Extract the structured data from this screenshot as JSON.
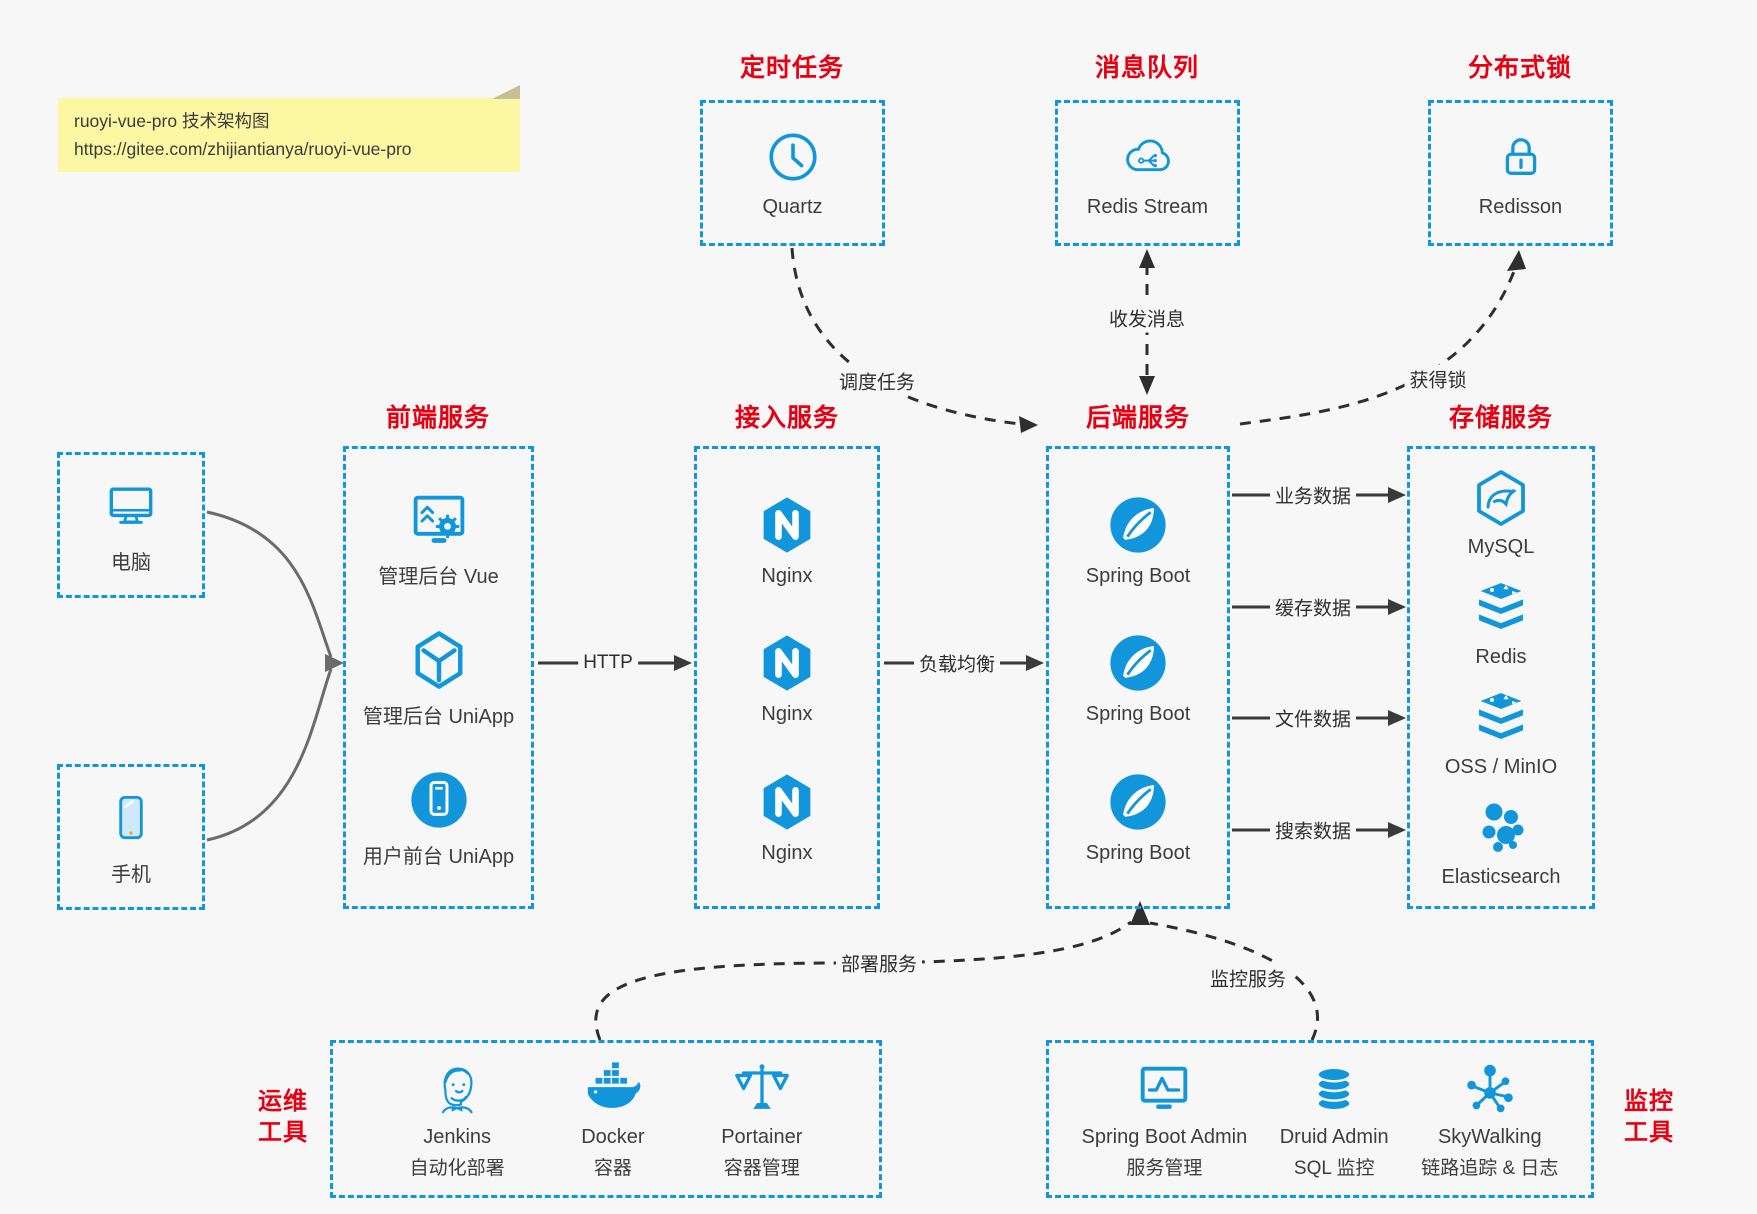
{
  "colors": {
    "accent_blue": "#1296db",
    "title_red": "#e60012",
    "arrow_dark": "#333333",
    "background": "#f7f7f7",
    "note_yellow": "#fbf7a3"
  },
  "note": {
    "line1": "ruoyi-vue-pro 技术架构图",
    "line2": "https://gitee.com/zhijiantianya/ruoyi-vue-pro"
  },
  "top_groups": [
    {
      "title": "定时任务",
      "item": {
        "label": "Quartz",
        "icon": "clock-icon"
      }
    },
    {
      "title": "消息队列",
      "item": {
        "label": "Redis Stream",
        "icon": "cloud-network-icon"
      }
    },
    {
      "title": "分布式锁",
      "item": {
        "label": "Redisson",
        "icon": "lock-icon"
      }
    }
  ],
  "devices": [
    {
      "label": "电脑",
      "icon": "desktop-icon"
    },
    {
      "label": "手机",
      "icon": "smartphone-icon"
    }
  ],
  "service_columns": [
    {
      "title": "前端服务",
      "items": [
        {
          "label": "管理后台 Vue",
          "icon": "admin-vue-icon"
        },
        {
          "label": "管理后台 UniApp",
          "icon": "cube-icon"
        },
        {
          "label": "用户前台 UniApp",
          "icon": "mobile-app-icon"
        }
      ]
    },
    {
      "title": "接入服务",
      "items": [
        {
          "label": "Nginx",
          "icon": "nginx-icon"
        },
        {
          "label": "Nginx",
          "icon": "nginx-icon"
        },
        {
          "label": "Nginx",
          "icon": "nginx-icon"
        }
      ]
    },
    {
      "title": "后端服务",
      "items": [
        {
          "label": "Spring Boot",
          "icon": "spring-boot-icon"
        },
        {
          "label": "Spring Boot",
          "icon": "spring-boot-icon"
        },
        {
          "label": "Spring Boot",
          "icon": "spring-boot-icon"
        }
      ]
    },
    {
      "title": "存储服务",
      "items": [
        {
          "label": "MySQL",
          "icon": "mysql-icon"
        },
        {
          "label": "Redis",
          "icon": "redis-stack-icon"
        },
        {
          "label": "OSS / MinIO",
          "icon": "storage-stack-icon"
        },
        {
          "label": "Elasticsearch",
          "icon": "elasticsearch-icon"
        }
      ]
    }
  ],
  "tool_groups": [
    {
      "title_line1": "运维",
      "title_line2": "工具",
      "items": [
        {
          "label": "Jenkins",
          "sublabel": "自动化部署",
          "icon": "jenkins-icon"
        },
        {
          "label": "Docker",
          "sublabel": "容器",
          "icon": "docker-whale-icon"
        },
        {
          "label": "Portainer",
          "sublabel": "容器管理",
          "icon": "scales-icon"
        }
      ]
    },
    {
      "title_line1": "监控",
      "title_line2": "工具",
      "items": [
        {
          "label": "Spring Boot Admin",
          "sublabel": "服务管理",
          "icon": "monitor-chart-icon"
        },
        {
          "label": "Druid Admin",
          "sublabel": "SQL 监控",
          "icon": "database-icon"
        },
        {
          "label": "SkyWalking",
          "sublabel": "链路追踪 & 日志",
          "icon": "topology-icon"
        }
      ]
    }
  ],
  "edges": {
    "http": "HTTP",
    "load_balance": "负载均衡",
    "business_data": "业务数据",
    "cache_data": "缓存数据",
    "file_data": "文件数据",
    "search_data": "搜索数据",
    "schedule_task": "调度任务",
    "send_receive_message": "收发消息",
    "acquire_lock": "获得锁",
    "deploy_service": "部署服务",
    "monitor_service": "监控服务"
  }
}
